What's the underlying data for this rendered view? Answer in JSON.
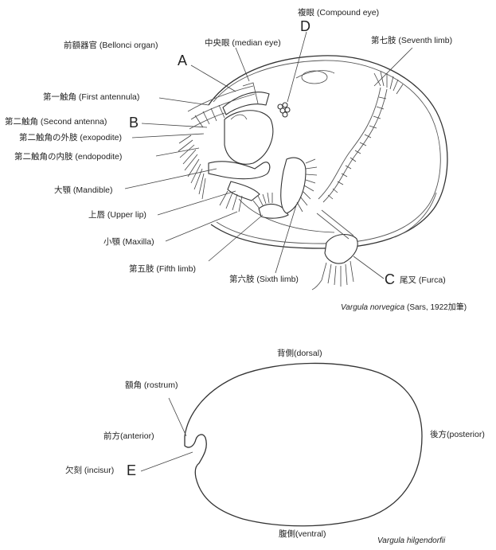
{
  "top_figure": {
    "labels": {
      "compound_eye": "複眼 (Compound eye)",
      "bellonci_organ": "前額器官 (Bellonci organ)",
      "median_eye": "中央眼 (median eye)",
      "seventh_limb": "第七肢 (Seventh limb)",
      "first_antennula": "第一触角 (First antennula)",
      "second_antenna": "第二触角 (Second antenna)",
      "exopodite": "第二触角の外肢 (exopodite)",
      "endopodite": "第二触角の内肢 (endopodite)",
      "mandible": "大顎 (Mandible)",
      "upper_lip": "上唇 (Upper lip)",
      "maxilla": "小顎 (Maxilla)",
      "fifth_limb": "第五肢 (Fifth limb)",
      "sixth_limb": "第六肢 (Sixth limb)",
      "furca": "尾叉 (Furca)"
    },
    "letters": {
      "a": "A",
      "b": "B",
      "c": "C",
      "d": "D"
    },
    "caption_species": "Vargula norvegica",
    "caption_source": "(Sars, 1922加筆)"
  },
  "bottom_figure": {
    "labels": {
      "dorsal": "背側(dorsal)",
      "rostrum": "額角 (rostrum)",
      "posterior": "後方(posterior)",
      "anterior": "前方(anterior)",
      "incisur": "欠刻 (incisur)",
      "ventral": "腹側(ventral)"
    },
    "letters": {
      "e": "E"
    },
    "caption_species": "Vargula hilgendorfii"
  }
}
